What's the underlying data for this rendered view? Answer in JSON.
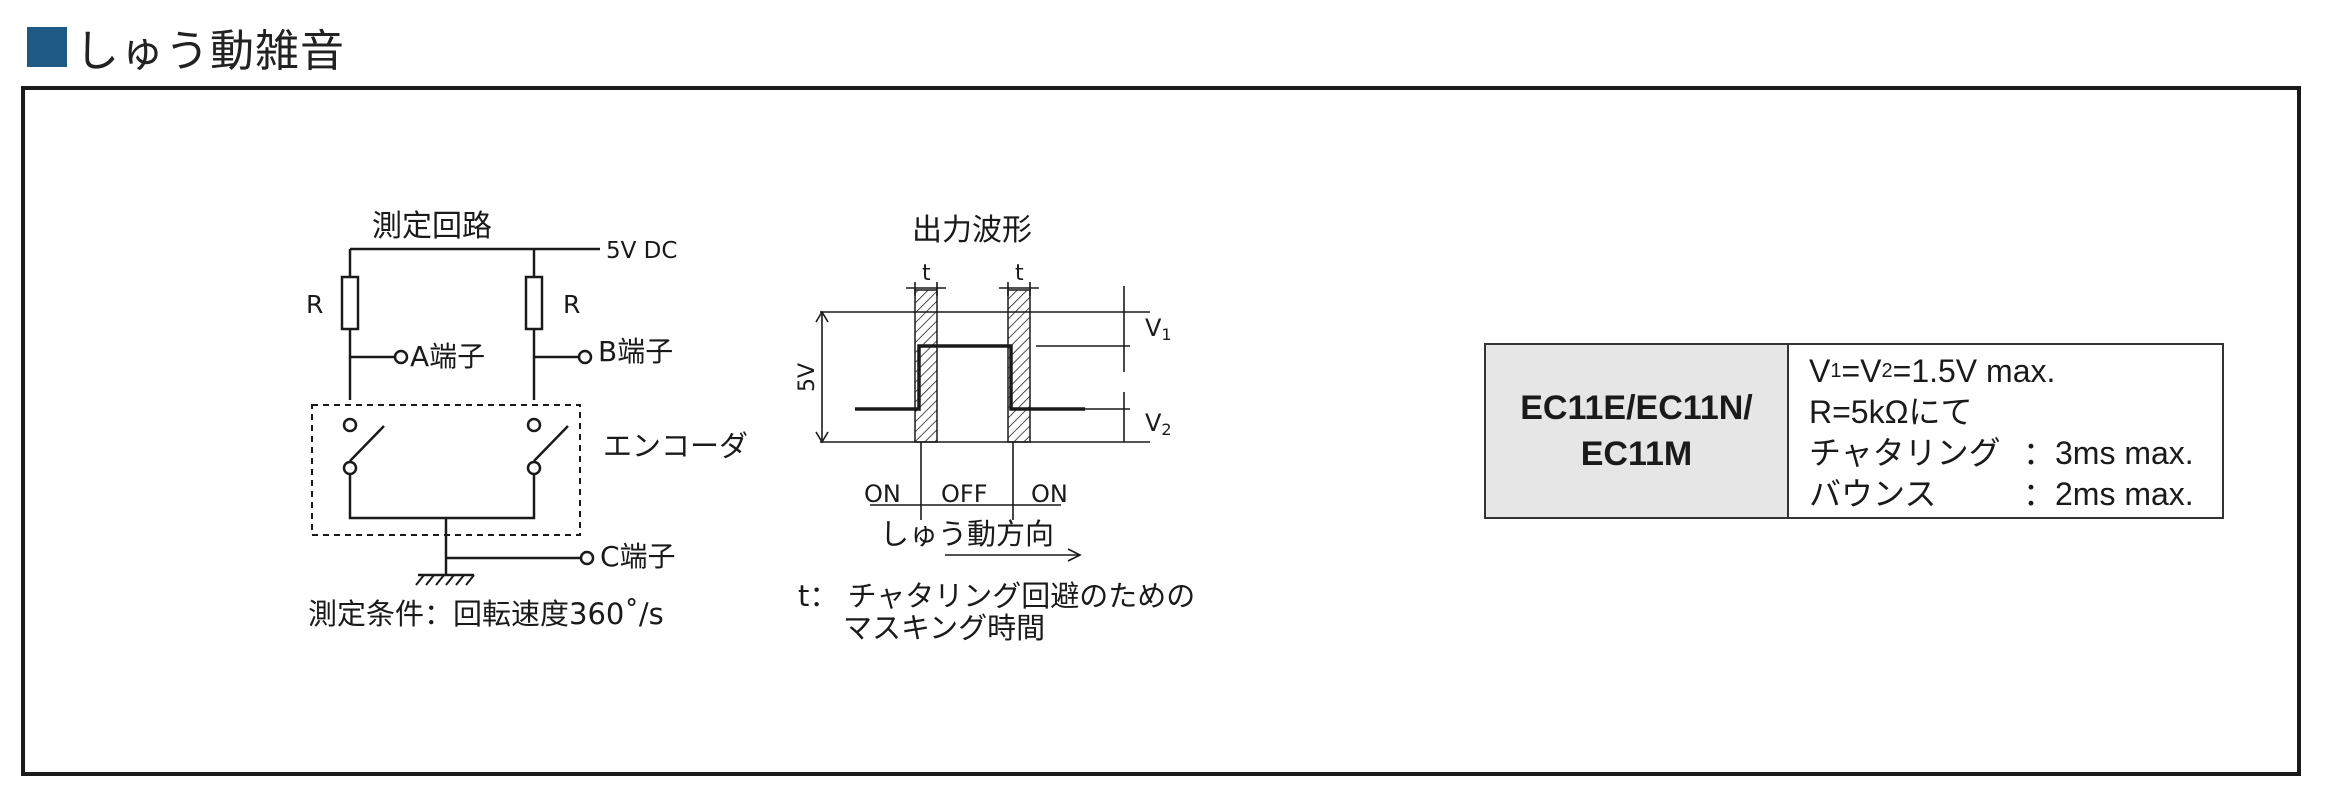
{
  "section_title": "しゅう動雑音",
  "accent_color": "#1e5a85",
  "circuit": {
    "title": "測定回路",
    "supply": "5V DC",
    "resistor_label": "R",
    "terminal_a": "A端子",
    "terminal_b": "B端子",
    "terminal_c": "C端子",
    "encoder_label": "エンコーダ",
    "condition": "測定条件：回転速度360˚/s"
  },
  "waveform": {
    "title": "出力波形",
    "t_label": "t",
    "voltage_label": "5V",
    "v1_label": "V1",
    "v2_label": "V2",
    "on_label": "ON",
    "off_label": "OFF",
    "direction_label": "しゅう動方向",
    "note_line1": "t： チャタリング回避のための",
    "note_line2": "マスキング時間"
  },
  "spec": {
    "model_line1": "EC11E/EC11N/",
    "model_line2": "EC11M",
    "voltage_cond": "V1=V2=1.5V max.",
    "resistance_cond": "R=5kΩにて",
    "chattering_label": "チャタリング",
    "chattering_value": "：3ms max.",
    "bounce_label": "バウンス",
    "bounce_value": "：2ms max."
  }
}
